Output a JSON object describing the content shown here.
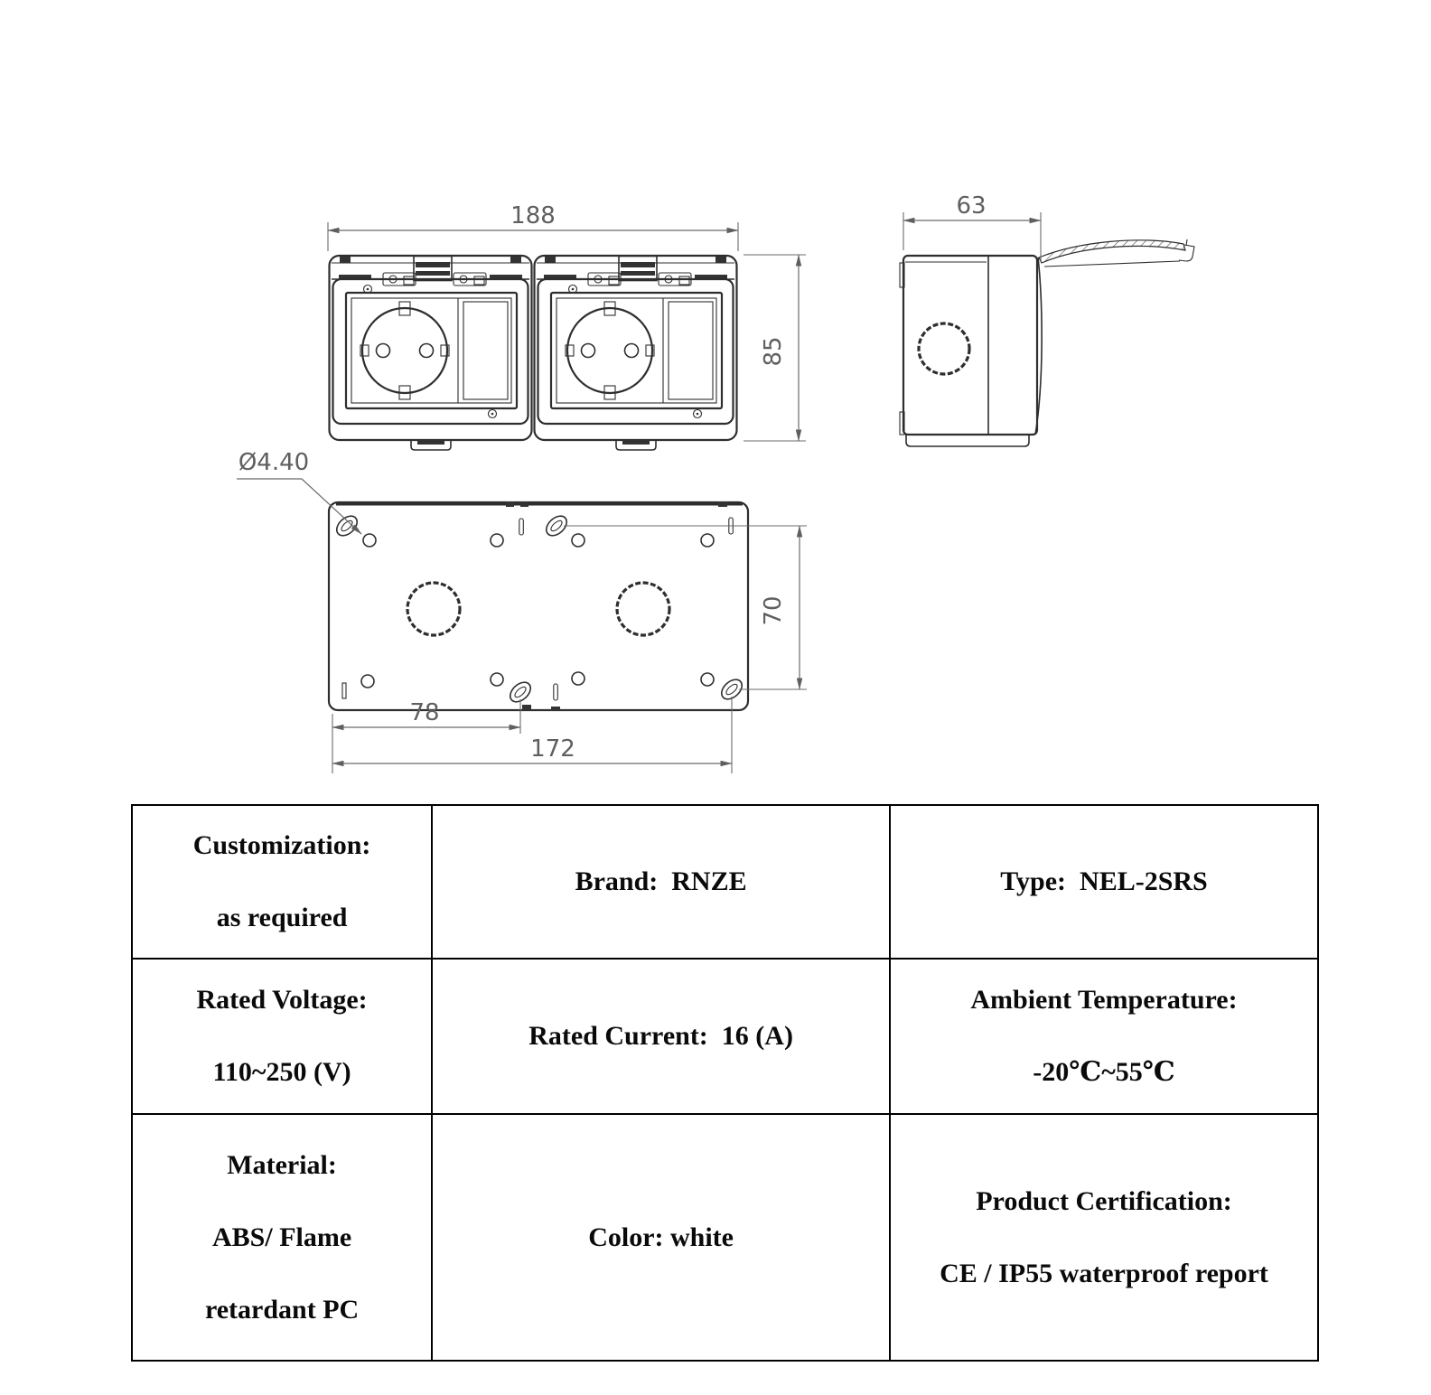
{
  "drawing": {
    "dims": {
      "front_width": "188",
      "front_height": "85",
      "side_depth": "63",
      "hole_diameter": "Ø4.40",
      "mount_vertical": "70",
      "mount_horizontal_1": "78",
      "mount_horizontal_2": "172"
    }
  },
  "table": {
    "rows": [
      {
        "cells": [
          {
            "lines": [
              "Customization:",
              "as required"
            ]
          },
          {
            "lines": [
              "Brand:  RNZE"
            ]
          },
          {
            "lines": [
              "Type:  NEL-2SRS"
            ]
          }
        ]
      },
      {
        "cells": [
          {
            "lines": [
              "Rated Voltage:",
              "110~250 (V)"
            ]
          },
          {
            "lines": [
              "Rated Current:  16 (A)"
            ]
          },
          {
            "lines": [
              "Ambient Temperature:",
              "-20℃~55℃"
            ]
          }
        ]
      },
      {
        "cells": [
          {
            "lines": [
              "Material:",
              "ABS/ Flame",
              "retardant PC"
            ]
          },
          {
            "lines": [
              "Color: white"
            ]
          },
          {
            "lines": [
              "Product Certification:",
              "CE / IP55 waterproof report"
            ]
          }
        ]
      }
    ]
  }
}
